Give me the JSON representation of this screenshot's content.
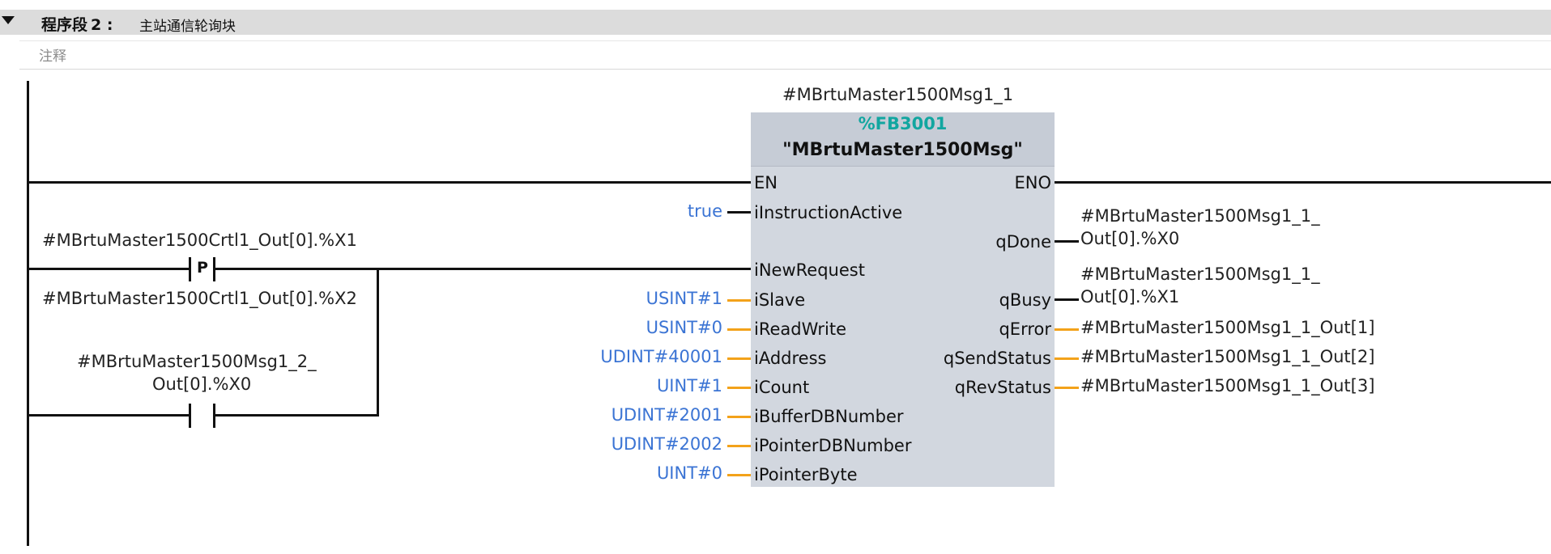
{
  "network": {
    "label": "程序段",
    "number": "2 :",
    "title": "主站通信轮询块",
    "comment_placeholder": "注释"
  },
  "block": {
    "instance": "#MBrtuMaster1500Msg1_1",
    "fb_number": "%FB3001",
    "fb_name": "\"MBrtuMaster1500Msg\"",
    "inputs": [
      "EN",
      "iInstructionActive",
      "iNewRequest",
      "iSlave",
      "iReadWrite",
      "iAddress",
      "iCount",
      "iBufferDBNumber",
      "iPointerDBNumber",
      "iPointerByte"
    ],
    "outputs": [
      "ENO",
      "qDone",
      "qBusy",
      "qError",
      "qSendStatus",
      "qRevStatus"
    ],
    "input_values": [
      "true",
      "USINT#1",
      "USINT#0",
      "UDINT#40001",
      "UINT#1",
      "UDINT#2001",
      "UDINT#2002",
      "UINT#0"
    ],
    "output_values": {
      "qDone_line1": "#MBrtuMaster1500Msg1_1_",
      "qDone_line2": "Out[0].%X0",
      "qBusy_line1": "#MBrtuMaster1500Msg1_1_",
      "qBusy_line2": "Out[0].%X1",
      "qError": "#MBrtuMaster1500Msg1_1_Out[1]",
      "qSendStatus": "#MBrtuMaster1500Msg1_1_Out[2]",
      "qRevStatus": "#MBrtuMaster1500Msg1_1_Out[3]"
    }
  },
  "contacts": {
    "p_trigger_operand": "#MBrtuMaster1500Crtl1_Out[0].%X1",
    "p_trigger_letter": "P",
    "p_trigger_edge_bit": "#MBrtuMaster1500Crtl1_Out[0].%X2",
    "parallel_line1": "#MBrtuMaster1500Msg1_2_",
    "parallel_line2": "Out[0].%X0"
  },
  "colors": {
    "wire": "#111111",
    "parameter_wire": "#f3a21a",
    "constant_text": "#3b74d4",
    "fb_number": "#12a6a0",
    "block_fill": "#d2d7df"
  }
}
